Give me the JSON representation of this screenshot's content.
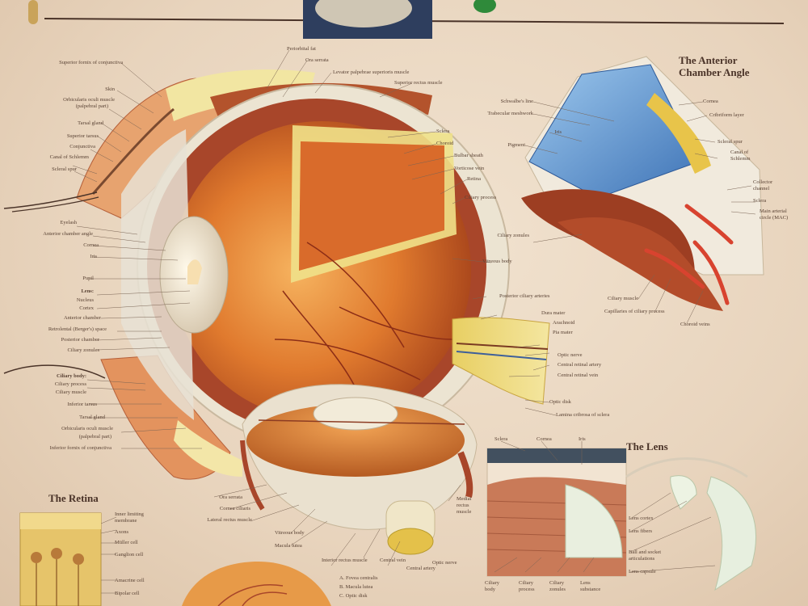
{
  "headings": {
    "anterior_chamber_angle": "The Anterior\nChamber Angle",
    "the_lens": "The Lens",
    "the_retina": "The Retina"
  },
  "labels": {
    "left_column": [
      "Superior fornix of conjunctiva",
      "Skin",
      "Orbicularis oculi muscle",
      "(palpebral part)",
      "Tarsal gland",
      "Superior tarsus",
      "Conjunctiva",
      "Canal of Schlemm",
      "Scleral spur",
      "Eyelash",
      "Anterior chamber angle",
      "Cornea",
      "Iris",
      "Pupil",
      "Lens:",
      "Nucleus",
      "Cortex",
      "Anterior chamber",
      "Retrolental (Berger's) space",
      "Posterior chamber",
      "Ciliary zonules",
      "Ciliary body:",
      "Ciliary process",
      "Ciliary muscle",
      "Inferior tarsus",
      "Tarsal gland",
      "Orbicularis oculi muscle",
      "(palpebral part)",
      "Inferior fornix of conjunctiva"
    ],
    "top_center": [
      "Periorbital fat",
      "Ora serrata",
      "Levator palpebrae superioris muscle",
      "Superior rectus muscle"
    ],
    "right_of_eye": [
      "Sclera",
      "Choroid",
      "Bulbar sheath",
      "Vorticose vein",
      "Retina",
      "Ciliary process",
      "Vitreous body",
      "Posterior ciliary arteries",
      "Dura mater",
      "Arachnoid",
      "Pia mater",
      "Optic nerve",
      "Central retinal artery",
      "Central retinal vein",
      "Optic disk",
      "Lamina cribrosa of sclera"
    ],
    "anterior_angle": [
      "Schwalbe's line",
      "Trabecular meshwork",
      "Iris",
      "Pigment",
      "Cornea",
      "Cribriform layer",
      "Scleral spur",
      "Canal of Schlemm",
      "Collector channel",
      "Sclera",
      "Main arterial circle (MAC)",
      "Ciliary zonules",
      "Ciliary muscle",
      "Capillaries of ciliary process",
      "Choroid veins"
    ],
    "bottom_center": [
      "Ora serrata",
      "Cornea ciliaris",
      "Lateral rectus muscle",
      "Vitreous body",
      "Macula lutea",
      "Interior rectus muscle",
      "Central vein",
      "Central artery",
      "Optic nerve",
      "Medial rectus muscle",
      "A. Fovea centralis",
      "B. Macula lutea",
      "C. Optic disk"
    ],
    "lens_detail": [
      "Sclera",
      "Cornea",
      "Iris",
      "Ciliary body",
      "Ciliary process",
      "Ciliary zonules",
      "Lens substance"
    ],
    "lens_right": [
      "Lens cortex",
      "Lens fibers",
      "Ball and socket articulations",
      "Lens capsule"
    ],
    "retina": [
      "Inner limiting membrane",
      "Axons",
      "Müller cell",
      "Ganglion cell",
      "Amacrine cell",
      "Bipolar cell"
    ]
  }
}
